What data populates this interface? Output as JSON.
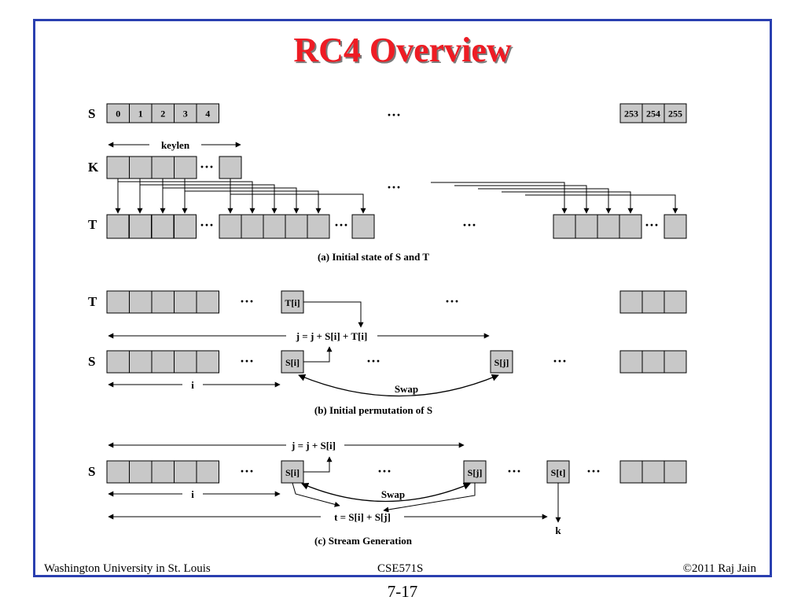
{
  "title": "RC4 Overview",
  "labels": {
    "S": "S",
    "K": "K",
    "T": "T",
    "keylen": "keylen",
    "ellipsis": "···",
    "ti": "T[i]",
    "si": "S[i]",
    "sj": "S[j]",
    "st": "S[t]",
    "j_update_b": "j = j + S[i] + T[i]",
    "j_update_c": "j = j + S[i]",
    "t_formula": "t = S[i] + S[j]",
    "i": "i",
    "swap": "Swap",
    "k": "k"
  },
  "s_cells_start": [
    "0",
    "1",
    "2",
    "3",
    "4"
  ],
  "s_cells_end": [
    "253",
    "254",
    "255"
  ],
  "captions": {
    "a": "(a) Initial state of S and T",
    "b": "(b) Initial permutation of S",
    "c": "(c) Stream Generation"
  },
  "footer": {
    "left": "Washington University in St. Louis",
    "center": "CSE571S",
    "right": "©2011 Raj Jain"
  },
  "page_number": "7-17",
  "colors": {
    "title": "#ee1c24",
    "frame": "#2a3fb0",
    "cell_fill": "#c8c8c8"
  }
}
